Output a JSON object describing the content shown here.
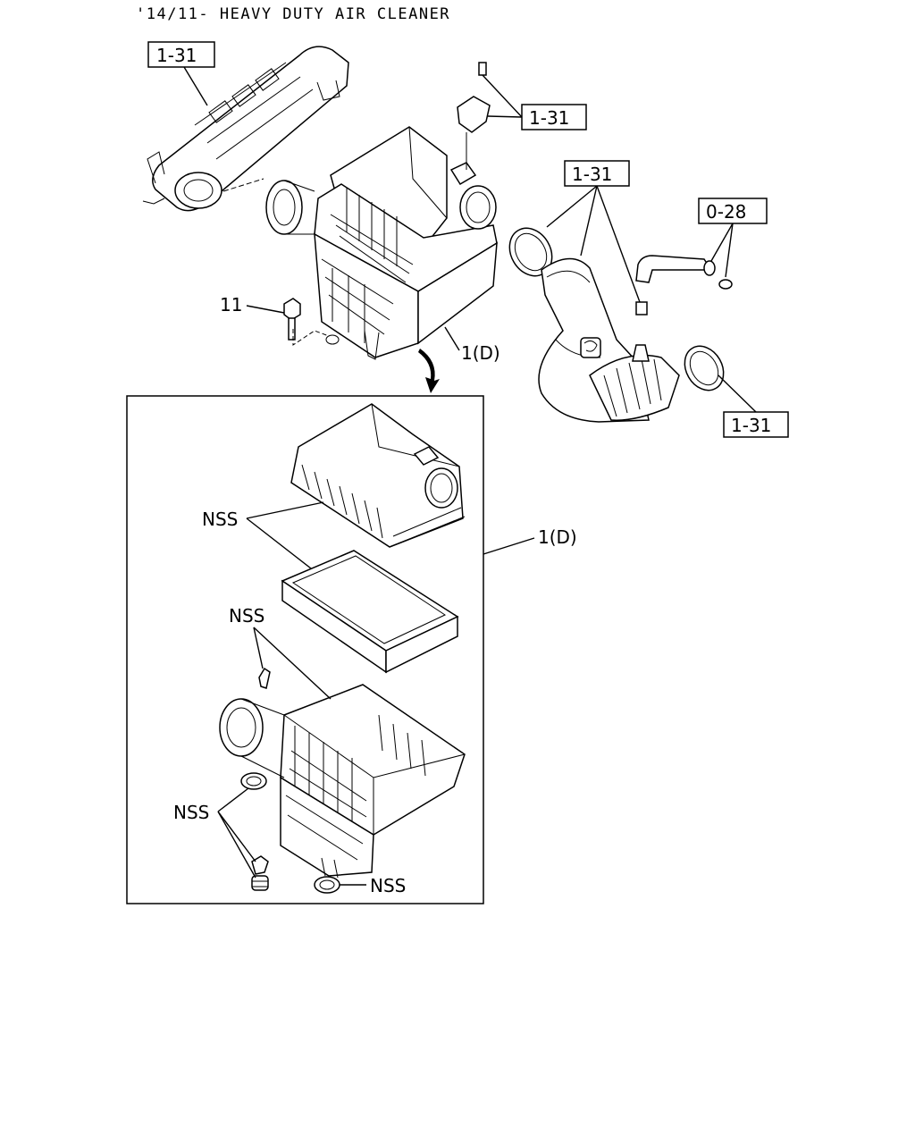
{
  "title": "'14/11- HEAVY DUTY AIR CLEANER",
  "callouts": {
    "intake_duct": "1-31",
    "sensor": "1-31",
    "outlet_hose": "1-31",
    "vent_hose": "0-28",
    "clamp": "1-31",
    "bolt": "11",
    "assembly_top": "1(D)",
    "assembly_detail": "1(D)",
    "nss_cover": "NSS",
    "nss_clip": "NSS",
    "nss_grommets": "NSS",
    "nss_grommet_bottom": "NSS"
  }
}
